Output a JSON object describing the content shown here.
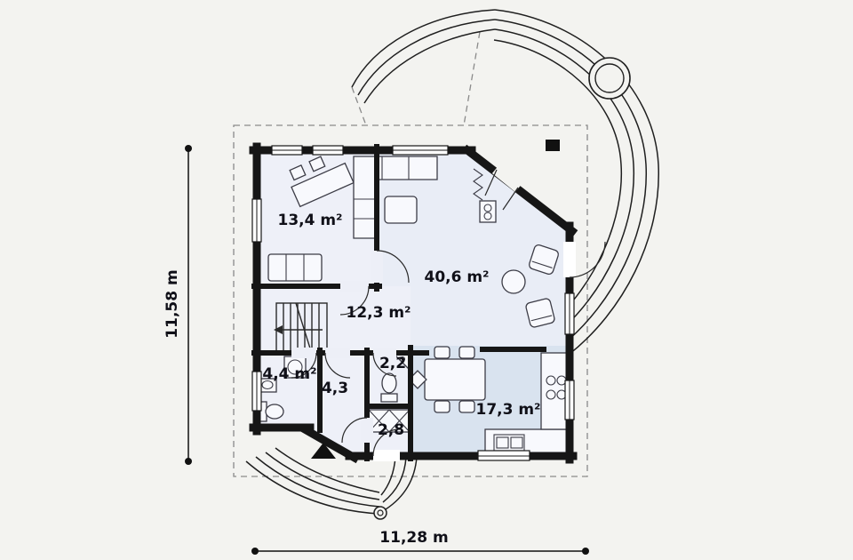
{
  "plan": {
    "background": "#f3f3f0",
    "colors": {
      "wall": "#161616",
      "room": "#eef0f8",
      "living": "#e9edf6",
      "kitchen": "#d9e3ef"
    },
    "rooms": [
      {
        "id": "cabinet",
        "label": "13,4 m²"
      },
      {
        "id": "living-room",
        "label": "40,6 m²"
      },
      {
        "id": "hall",
        "label": "12,3 m²"
      },
      {
        "id": "bathroom",
        "label": "4,4 m²"
      },
      {
        "id": "corridor",
        "label": "4,3"
      },
      {
        "id": "wc",
        "label": "2,2"
      },
      {
        "id": "vestibule",
        "label": "2,8"
      },
      {
        "id": "kitchen",
        "label": "17,3 m²"
      }
    ],
    "dimensions": {
      "height_label": "11,58 m",
      "width_label": "11,28 m"
    }
  }
}
